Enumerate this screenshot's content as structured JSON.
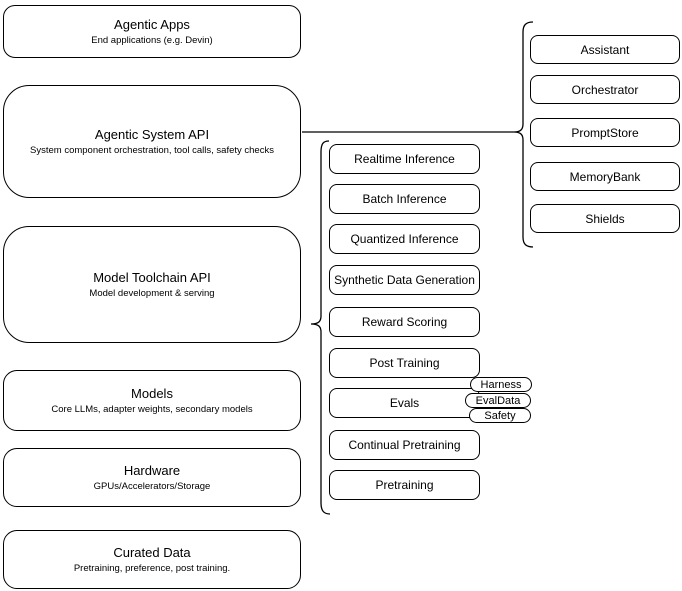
{
  "colors": {
    "stroke": "#000000",
    "fill": "#ffffff",
    "text": "#000000"
  },
  "left_stack": [
    {
      "title": "Agentic Apps",
      "subtitle": "End applications (e.g. Devin)"
    },
    {
      "title": "Agentic System API",
      "subtitle": "System component orchestration, tool calls, safety checks"
    },
    {
      "title": "Model Toolchain API",
      "subtitle": "Model development & serving"
    },
    {
      "title": "Models",
      "subtitle": "Core LLMs, adapter weights, secondary models"
    },
    {
      "title": "Hardware",
      "subtitle": "GPUs/Accelerators/Storage"
    },
    {
      "title": "Curated Data",
      "subtitle": "Pretraining, preference, post training."
    }
  ],
  "toolchain_components": [
    "Realtime Inference",
    "Batch Inference",
    "Quantized Inference",
    "Synthetic Data Generation",
    "Reward Scoring",
    "Post Training",
    "Evals",
    "Continual Pretraining",
    "Pretraining"
  ],
  "evals_tags": [
    "Harness",
    "EvalData",
    "Safety"
  ],
  "system_components": [
    "Assistant",
    "Orchestrator",
    "PromptStore",
    "MemoryBank",
    "Shields"
  ]
}
